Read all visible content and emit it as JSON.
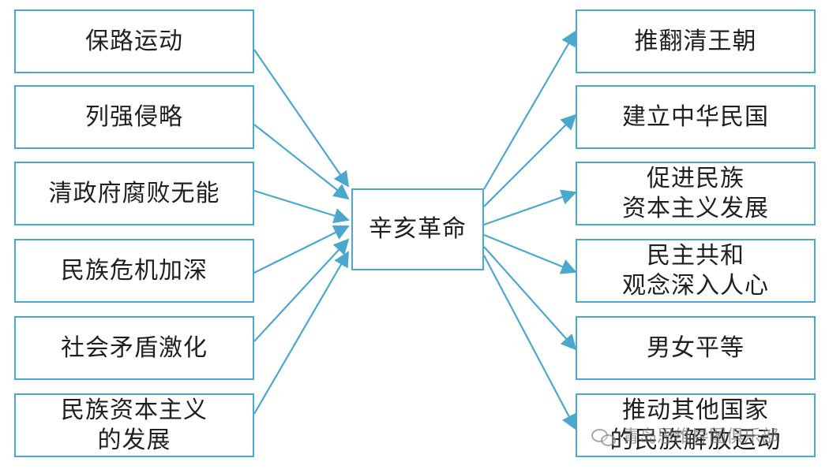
{
  "diagram": {
    "center": "辛亥革命",
    "causes": [
      "保路运动",
      "列强侵略",
      "清政府腐败无能",
      "民族危机加深",
      "社会矛盾激化",
      "民族资本主义\n的发展"
    ],
    "effects": [
      "推翻清王朝",
      "建立中华民国",
      "促进民族\n资本主义发展",
      "民主共和\n观念深入人心",
      "男女平等",
      "推动其他国家\n的民族解放运动"
    ],
    "colors": {
      "border": "#4aa8cf",
      "arrow": "#4aa8cf",
      "text": "#1f1f1f"
    }
  },
  "watermark": {
    "icon": "wechat-icon",
    "text": "青岛思维导图俱乐部"
  }
}
